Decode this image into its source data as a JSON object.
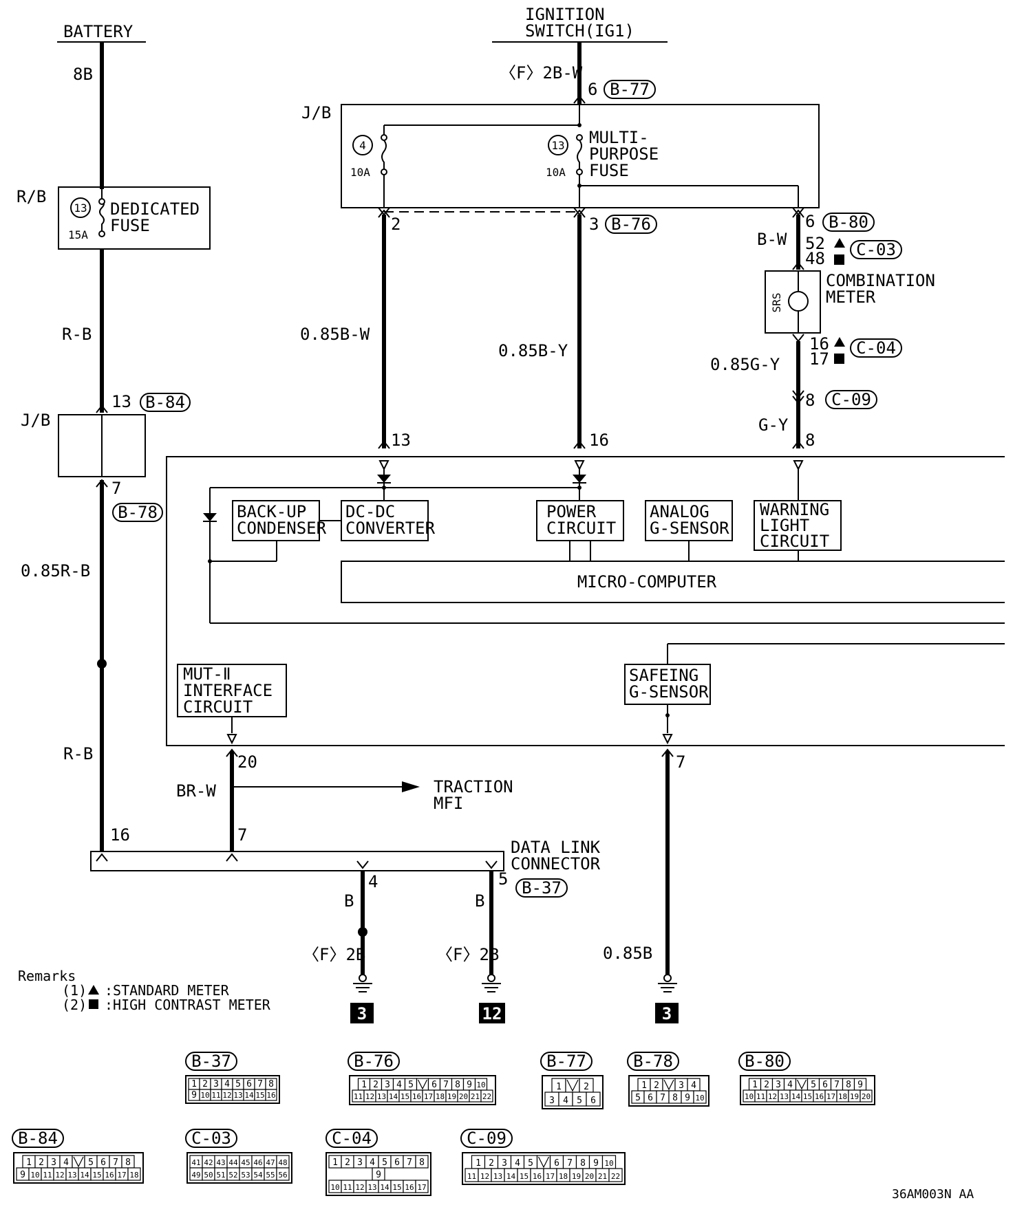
{
  "title_battery": "BATTERY",
  "title_ignition_1": "IGNITION",
  "title_ignition_2": "SWITCH(IG1)",
  "wire_8b": "8B",
  "rb_label": "R/B",
  "jb_label_top": "J/B",
  "jb_label_mid": "J/B",
  "dedicated_fuse": {
    "num": "13",
    "amp": "15A",
    "line1": "DEDICATED",
    "line2": "FUSE"
  },
  "fuse4": {
    "num": "4",
    "amp": "10A"
  },
  "fuse13": {
    "num": "13",
    "amp": "10A",
    "line1": "MULTI-",
    "line2": "PURPOSE",
    "line3": "FUSE"
  },
  "wire_f2bw": "〈F〉2B-W",
  "pin6": "6",
  "conn_b77": "B-77",
  "pin2": "2",
  "pin3": "3",
  "conn_b76": "B-76",
  "pin6b": "6",
  "conn_b80": "B-80",
  "wire_bw": "B-W",
  "pin52": "52",
  "pin48": "48",
  "conn_c03": "C-03",
  "combination_meter_1": "COMBINATION",
  "combination_meter_2": "METER",
  "srs_label": "SRS",
  "pin16": "16",
  "pin17": "17",
  "conn_c04": "C-04",
  "wire_085gy": "0.85G-Y",
  "pin8": "8",
  "conn_c09": "C-09",
  "wire_gy": "G-Y",
  "pin8b": "8",
  "wire_rb": "R-B",
  "pin13": "13",
  "conn_b84": "B-84",
  "pin7": "7",
  "conn_b78": "B-78",
  "wire_085rb": "0.85R-B",
  "wire_rb2": "R-B",
  "wire_085bw": "0.85B-W",
  "wire_085by": "0.85B-Y",
  "pin13b": "13",
  "pin16b": "16",
  "backup_condenser_1": "BACK-UP",
  "backup_condenser_2": "CONDENSER",
  "dcdc_1": "DC-DC",
  "dcdc_2": "CONVERTER",
  "power_1": "POWER",
  "power_2": "CIRCUIT",
  "analog_1": "ANALOG",
  "analog_2": "G-SENSOR",
  "warning_1": "WARNING",
  "warning_2": "LIGHT",
  "warning_3": "CIRCUIT",
  "microcomputer": "MICRO-COMPUTER",
  "mut_1": "MUT-Ⅱ",
  "mut_2": "INTERFACE",
  "mut_3": "CIRCUIT",
  "safeing_1": "SAFEING",
  "safeing_2": "G-SENSOR",
  "pin20": "20",
  "pin7b": "7",
  "wire_brw": "BR-W",
  "traction_1": "TRACTION",
  "traction_2": "MFI",
  "pin16c": "16",
  "pin7c": "7",
  "dlc_1": "DATA LINK",
  "dlc_2": "CONNECTOR",
  "pin4": "4",
  "pin5": "5",
  "conn_b37": "B-37",
  "wire_b1": "B",
  "wire_b2": "B",
  "wire_f2b1": "〈F〉2B",
  "wire_f2b2": "〈F〉2B",
  "wire_085b": "0.85B",
  "ground_3a": "3",
  "ground_12": "12",
  "ground_3b": "3",
  "remarks_title": "Remarks",
  "remark1_num": "(1)",
  "remark1_text": ":STANDARD METER",
  "remark2_num": "(2)",
  "remark2_text": ":HIGH CONTRAST METER",
  "footer_code": "36AM003N AA",
  "connectors": {
    "b37": {
      "label": "B-37",
      "row1": [
        "1",
        "2",
        "3",
        "4",
        "5",
        "6",
        "7",
        "8"
      ],
      "row2": [
        "9",
        "10",
        "11",
        "12",
        "13",
        "14",
        "15",
        "16"
      ]
    },
    "b76": {
      "label": "B-76",
      "row1": [
        "1",
        "2",
        "3",
        "4",
        "5",
        "",
        "6",
        "7",
        "8",
        "9",
        "10"
      ],
      "row2": [
        "11",
        "12",
        "13",
        "14",
        "15",
        "16",
        "17",
        "18",
        "19",
        "20",
        "21",
        "22"
      ]
    },
    "b77": {
      "label": "B-77",
      "row1": [
        "1",
        "",
        "2"
      ],
      "row2": [
        "3",
        "4",
        "5",
        "6"
      ]
    },
    "b78": {
      "label": "B-78",
      "row1": [
        "1",
        "2",
        "",
        "3",
        "4"
      ],
      "row2": [
        "5",
        "6",
        "7",
        "8",
        "9",
        "10"
      ]
    },
    "b80": {
      "label": "B-80",
      "row1": [
        "1",
        "2",
        "3",
        "4",
        "",
        "5",
        "6",
        "7",
        "8",
        "9"
      ],
      "row2": [
        "10",
        "11",
        "12",
        "13",
        "14",
        "15",
        "16",
        "17",
        "18",
        "19",
        "20"
      ]
    },
    "b84": {
      "label": "B-84",
      "row1": [
        "1",
        "2",
        "3",
        "4",
        "",
        "5",
        "6",
        "7",
        "8"
      ],
      "row2": [
        "9",
        "10",
        "11",
        "12",
        "13",
        "14",
        "15",
        "16",
        "17",
        "18"
      ]
    },
    "c03": {
      "label": "C-03",
      "row1": [
        "41",
        "42",
        "43",
        "44",
        "45",
        "46",
        "47",
        "48"
      ],
      "row2": [
        "49",
        "50",
        "51",
        "52",
        "53",
        "54",
        "55",
        "56"
      ]
    },
    "c04": {
      "label": "C-04",
      "row1": [
        "1",
        "2",
        "3",
        "4",
        "5",
        "6",
        "7",
        "8"
      ],
      "row_mid": [
        "9"
      ],
      "row2": [
        "10",
        "11",
        "12",
        "13",
        "14",
        "15",
        "16",
        "17"
      ]
    },
    "c09": {
      "label": "C-09",
      "row1": [
        "1",
        "2",
        "3",
        "4",
        "5",
        "",
        "6",
        "7",
        "8",
        "9",
        "10"
      ],
      "row2": [
        "11",
        "12",
        "13",
        "14",
        "15",
        "16",
        "17",
        "18",
        "19",
        "20",
        "21",
        "22"
      ]
    }
  }
}
